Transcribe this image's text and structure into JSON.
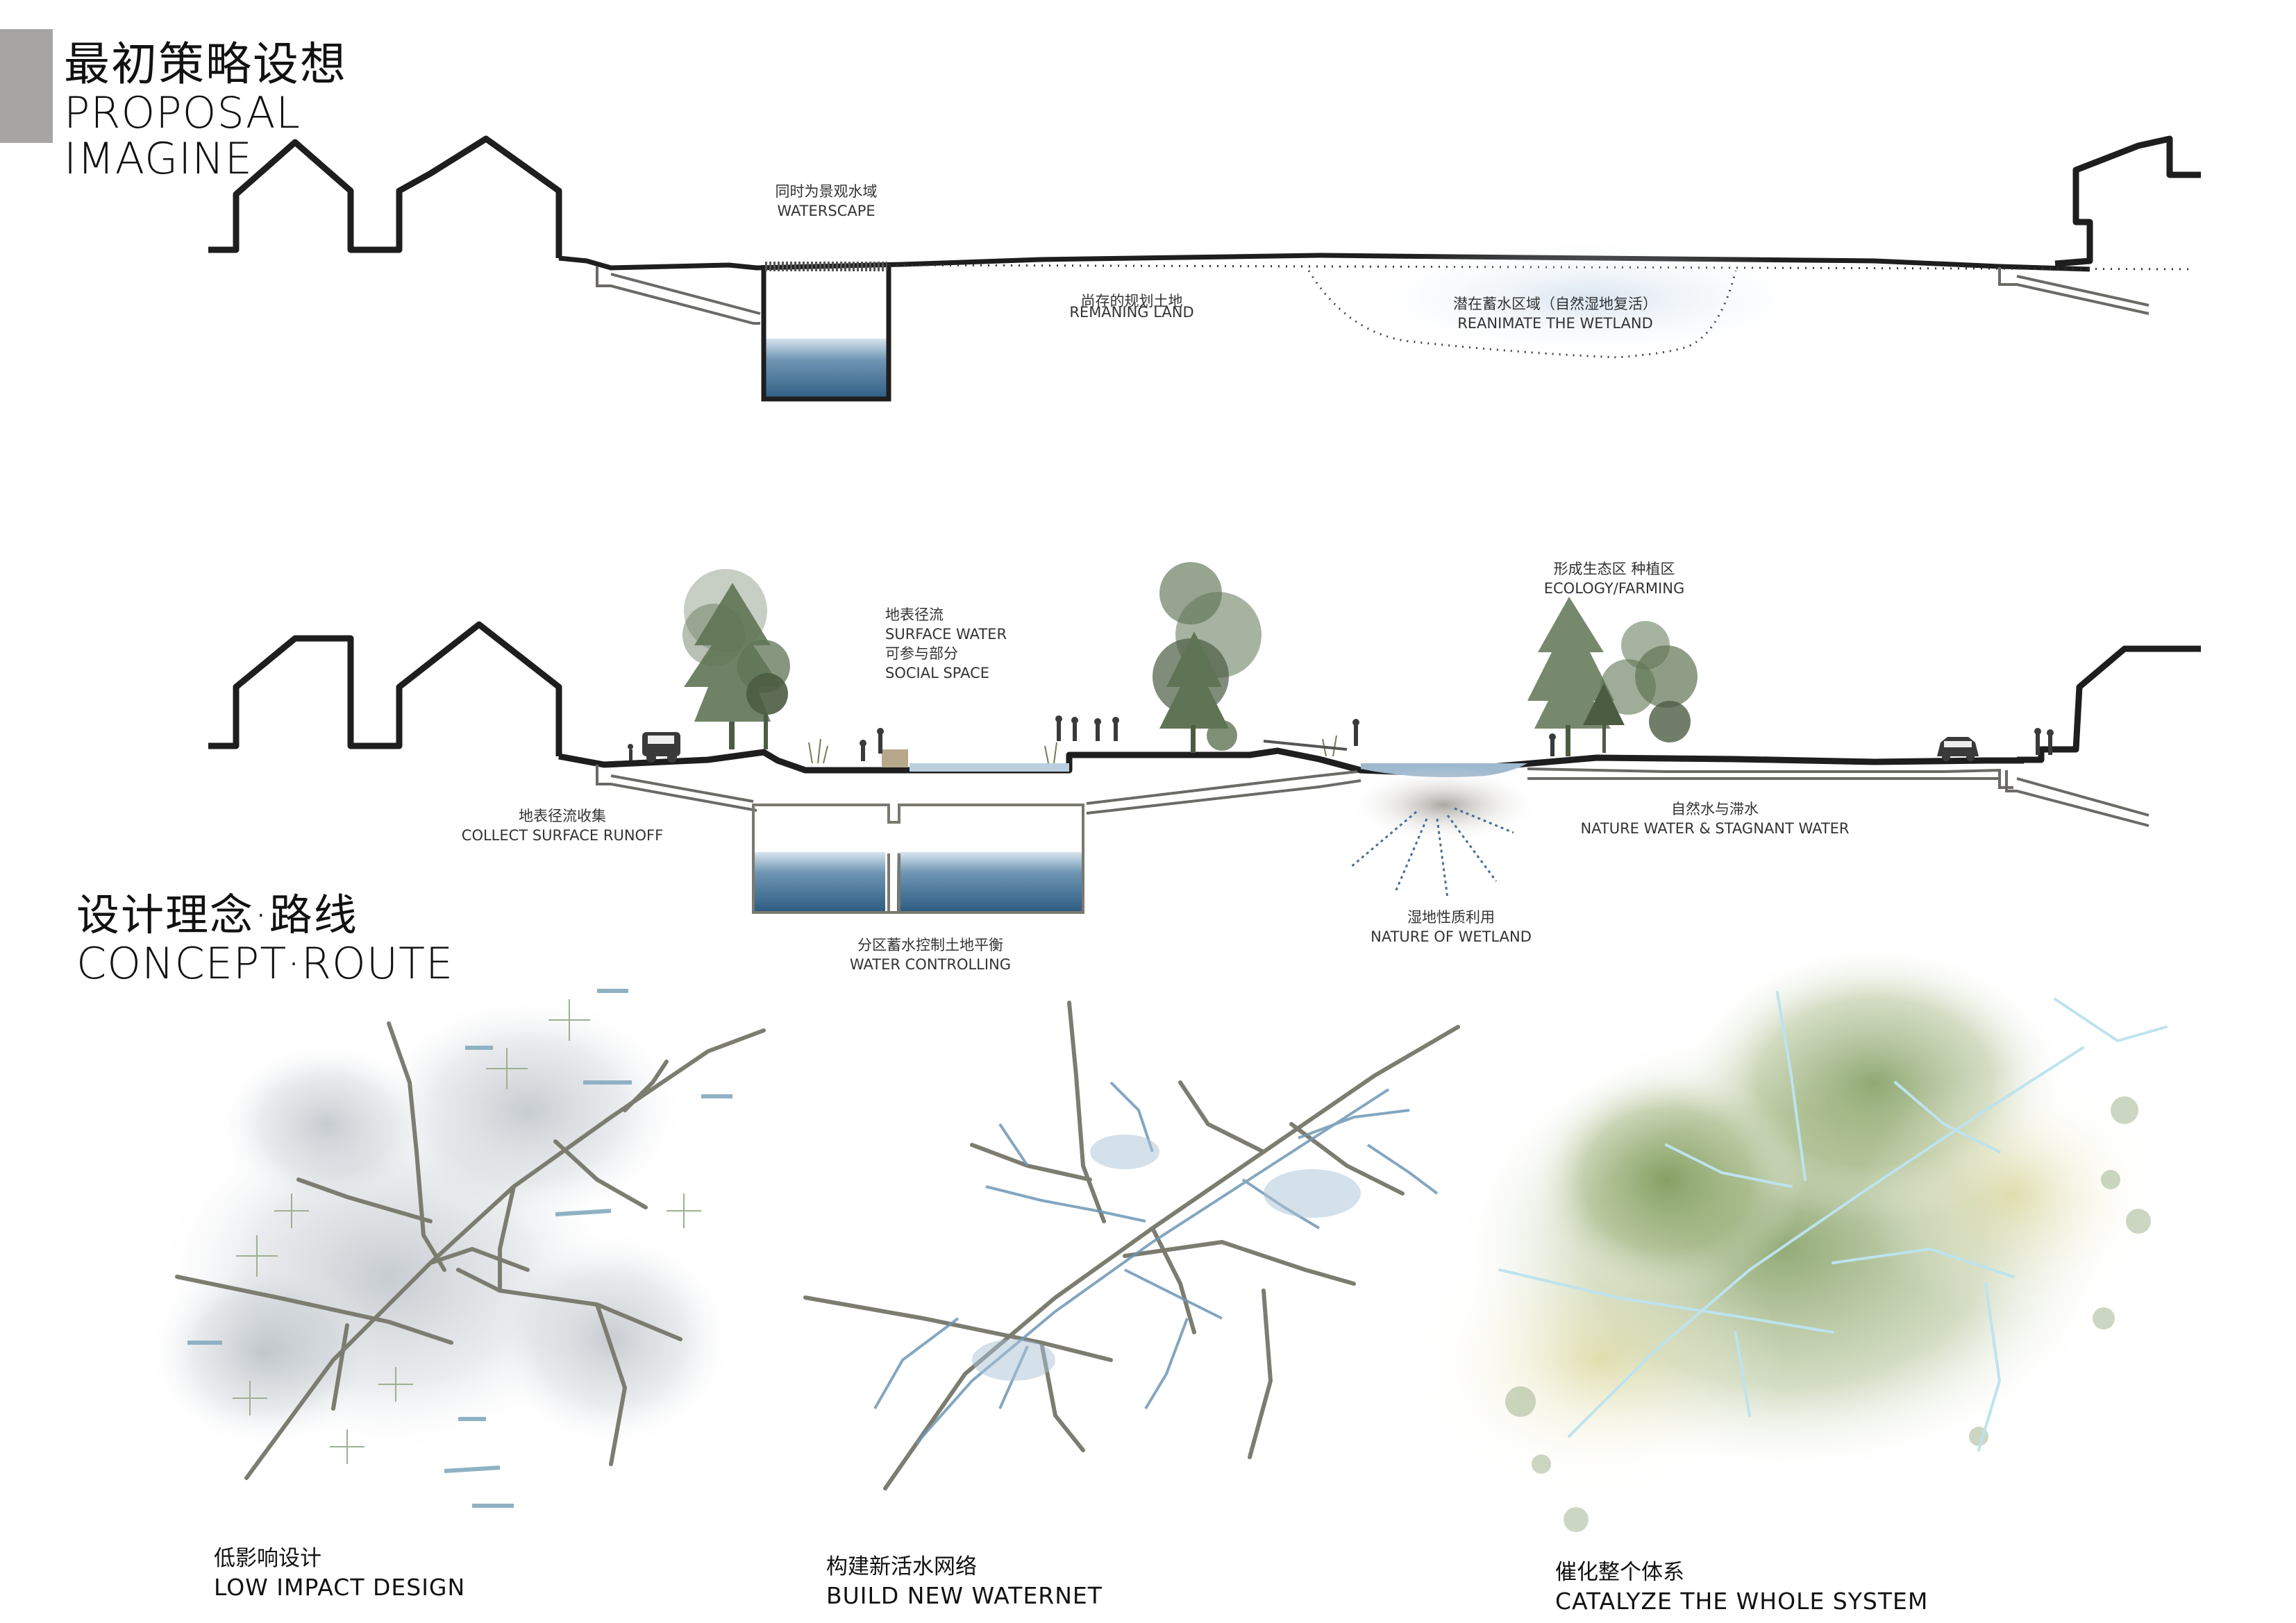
{
  "header": {
    "title_cn": "最初策略设想",
    "title_en_1": "PROPOSAL",
    "title_en_2": "IMAGINE"
  },
  "section1": {
    "waterscape_cn": "同时为景观水域",
    "waterscape_en": "WATERSCAPE",
    "remaining_cn": "尚存的规划土地",
    "remaining_en": "REMANING LAND",
    "wetland_cn": "潜在蓄水区域（自然湿地复活）",
    "wetland_en": "REANIMATE THE WETLAND"
  },
  "section2": {
    "surface_cn": "地表径流",
    "surface_en": "SURFACE WATER",
    "social_cn": "可参与部分",
    "social_en": "SOCIAL SPACE",
    "ecology_cn": "形成生态区 种植区",
    "ecology_en": "ECOLOGY/FARMING",
    "collect_cn": "地表径流收集",
    "collect_en": "COLLECT SURFACE RUNOFF",
    "control_cn": "分区蓄水控制土地平衡",
    "control_en": "WATER CONTROLLING",
    "wetland_cn": "湿地性质利用",
    "wetland_en": "NATURE OF WETLAND",
    "nature_cn": "自然水与滞水",
    "nature_en": "NATURE WATER & STAGNANT WATER"
  },
  "concept": {
    "title_cn": "设计理念·路线",
    "title_en": "CONCEPT·ROUTE"
  },
  "maps": [
    {
      "cn": "低影响设计",
      "en": "LOW IMPACT DESIGN"
    },
    {
      "cn": "构建新活水网络",
      "en": "BUILD NEW WATERNET"
    },
    {
      "cn": "催化整个体系",
      "en": "CATALYZE THE WHOLE SYSTEM"
    }
  ],
  "colors": {
    "accent_bar": "#a7a5a3",
    "ground_line": "#1e1e1e",
    "water_blue": "#3f6e90",
    "tree_green": "#5f7454",
    "road_gray": "#7c7c70"
  }
}
